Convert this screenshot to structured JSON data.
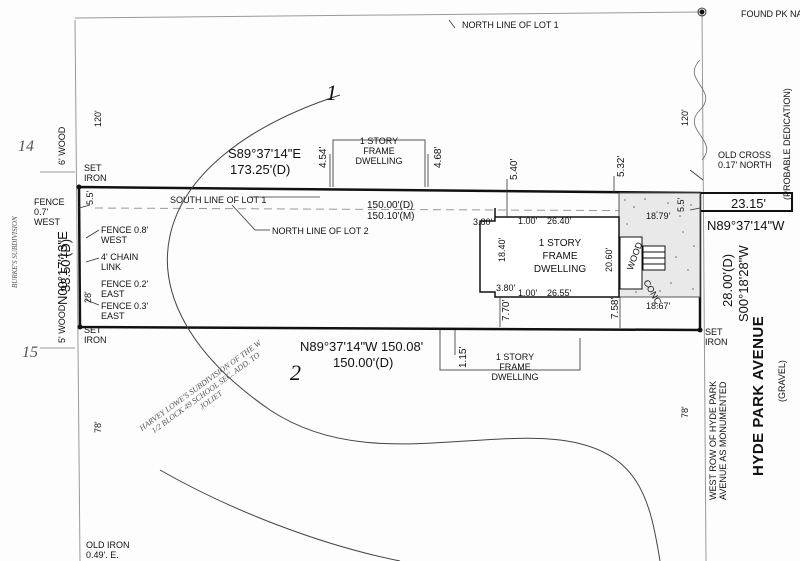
{
  "found_pk_nail": "FOUND PK NAIL",
  "north_line_lot1": "NORTH LINE OF LOT 1",
  "lot1_number": "1",
  "lot2_number": "2",
  "lot14_number": "14",
  "lot15_number": "15",
  "dim_120_left": "120'",
  "dim_120_right": "120'",
  "dim_78_left": "78'",
  "dim_78_right": "78'",
  "six_wood": "6' WOOD",
  "five_wood": "5' WOOD",
  "north_bearing": "S89°37'14\"E",
  "north_distance": "173.25'(D)",
  "dim_454": "4.54'",
  "dim_468": "4.68'",
  "north_house": "1 STORY FRAME DWELLING",
  "dim_540": "5.40'",
  "dim_532": "5.32'",
  "old_cross": "OLD CROSS 0.17' NORTH",
  "probable_dedication": "(PROBABLE DEDICATION)",
  "set_iron_nw": "SET IRON",
  "set_iron_sw": "SET IRON",
  "set_iron_se": "SET IRON",
  "fence_07": "FENCE 0.7' WEST",
  "dim_55_left": "5.5'",
  "south_line_lot1": "SOUTH LINE OF LOT 1",
  "north_line_lot2": "NORTH LINE OF LOT 2",
  "dist_d": "150.00'(D)",
  "dist_m": "150.10'(M)",
  "fence_08": "FENCE 0.8' WEST",
  "chain_link": "4' CHAIN LINK",
  "fence_02": "FENCE 0.2' EAST",
  "fence_03": "FENCE 0.3' EAST",
  "west_bearing": "N00°17'13\"E",
  "west_distance": "33.50'(D)",
  "dim_28_left": "28'",
  "subdivision_west": "BURKE'S SUBDIVISION",
  "dim_380_top": "3.80'",
  "dim_100_top": "1.00'",
  "dim_2640": "26.40'",
  "dim_1840": "18.40'",
  "dwelling": "1 STORY FRAME DWELLING",
  "dim_380_bot": "3.80'",
  "dim_100_bot": "1.00'",
  "dim_2655": "26.55'",
  "dim_2060": "20.60'",
  "wood": "WOOD",
  "conc": "CONC.",
  "dim_1879": "18.79'",
  "dim_55_right": "5.5'",
  "dim_2315": "23.15'",
  "ne_bearing": "N89°37'14\"W",
  "dim_770": "7.70'",
  "dim_758": "7.58'",
  "dim_1867": "18.67'",
  "east_distance": "28.00'(D)",
  "east_bearing": "S00°18'28\"W",
  "hyde_park": "HYDE PARK AVENUE",
  "gravel": "(GRAVEL)",
  "south_bearing": "N89°37'14\"W 150.08'",
  "south_distance": "150.00'(D)",
  "dim_115": "1.15'",
  "south_house": "1 STORY FRAME DWELLING",
  "west_row": "WEST ROW OF HYDE PARK AVENUE AS MONUMENTED",
  "subdivision_text": "HARVEY LOWE'S SUBDIVISION OF THE W 1/2 BLOCK 49 SCHOOL SEC. ADD. TO JOLIET",
  "old_iron": "OLD IRON 0.49'. E."
}
